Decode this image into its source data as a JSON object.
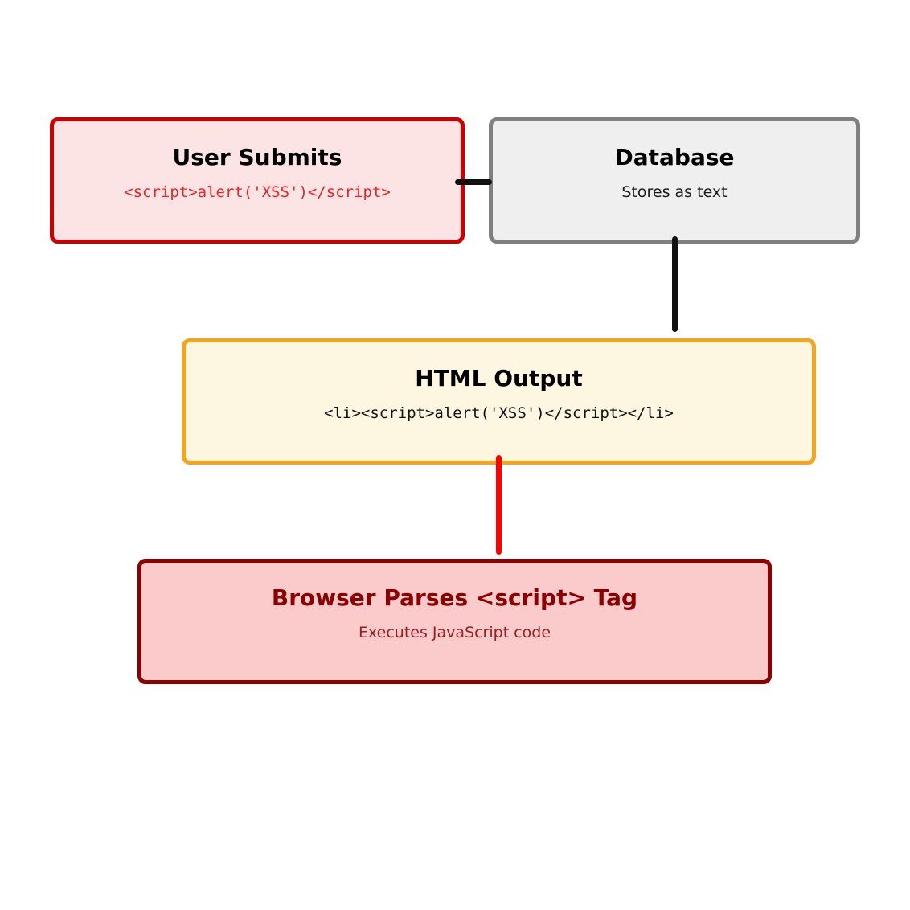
{
  "diagram": {
    "nodes": [
      {
        "id": "user-submits",
        "title": "User Submits",
        "subtitle": "<script>alert('XSS')</script>",
        "subtitle_kind": "code",
        "border_color": "#cc0000",
        "fill_color": "#fce4e4",
        "title_color": "#000000",
        "subtitle_color": "#ee2222"
      },
      {
        "id": "database",
        "title": "Database",
        "subtitle": "Stores as text",
        "subtitle_kind": "text",
        "border_color": "#808080",
        "fill_color": "#efefef",
        "title_color": "#000000",
        "subtitle_color": "#1a1a1a"
      },
      {
        "id": "html-output",
        "title": "HTML Output",
        "subtitle": "<li><script>alert('XSS')</script></li>",
        "subtitle_kind": "code",
        "border_color": "#f5a420",
        "fill_color": "#fdf6e0",
        "title_color": "#000000",
        "subtitle_color": "#111111"
      },
      {
        "id": "browser-parses",
        "title": "Browser Parses <script> Tag",
        "subtitle": "Executes JavaScript code",
        "subtitle_kind": "text",
        "border_color": "#8b0000",
        "fill_color": "#fbcbcb",
        "title_color": "#8b0000",
        "subtitle_color": "#96201f"
      }
    ],
    "connectors": [
      {
        "id": "user-to-database",
        "from": "user-submits",
        "to": "database",
        "orientation": "horizontal",
        "color": "#111111"
      },
      {
        "id": "database-to-htmloutput",
        "from": "database",
        "to": "html-output",
        "orientation": "vertical",
        "color": "#111111"
      },
      {
        "id": "htmloutput-to-browser",
        "from": "html-output",
        "to": "browser-parses",
        "orientation": "vertical",
        "color": "#ff0000"
      }
    ]
  }
}
